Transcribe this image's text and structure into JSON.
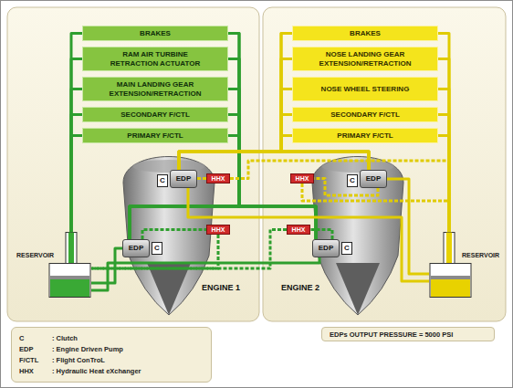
{
  "diagram": {
    "nodes": [
      {
        "text": [
          "BRAKES"
        ]
      },
      {
        "text": [
          "RAM AIR TURBINE RETRACTION ACTUATOR"
        ]
      },
      {
        "text": [
          "MAIN LANDING GEAR EXTENSION/RETRACTION"
        ]
      },
      {
        "text": [
          "SECONDARY F/CTL"
        ]
      },
      {
        "text": [
          "PRIMARY F/CTL"
        ]
      },
      {
        "text": [
          "BRAKES"
        ]
      },
      {
        "text": [
          "NOSE LANDING GEAR EXTENSION/RETRACTION"
        ]
      },
      {
        "text": [
          "NOSE WHEEL STEERING"
        ]
      },
      {
        "text": [
          "SECONDARY F/CTL"
        ]
      },
      {
        "text": [
          "PRIMARY F/CTL"
        ]
      },
      {
        "text": [
          "ENGINE 1"
        ]
      },
      {
        "text": [
          "C"
        ],
        "in": 10
      },
      {
        "text": [
          "EDP"
        ],
        "in": 10
      },
      {
        "text": [
          "EDP"
        ],
        "in": 10
      },
      {
        "text": [
          "C"
        ],
        "in": 10
      },
      {
        "text": [
          "ENGINE 2"
        ]
      },
      {
        "text": [
          "C"
        ],
        "in": 15
      },
      {
        "text": [
          "EDP"
        ],
        "in": 15
      },
      {
        "text": [
          "EDP"
        ],
        "in": 15
      },
      {
        "text": [
          "C"
        ],
        "in": 15
      },
      {
        "text": [
          "HHX"
        ]
      },
      {
        "text": [
          "HHX"
        ]
      },
      {
        "text": [
          "HHX"
        ]
      },
      {
        "text": [
          "HHX"
        ]
      },
      {
        "text": [
          "RESERVOIR"
        ]
      },
      {
        "text": [
          "RESERVOIR"
        ]
      },
      {
        "text": [
          "C",
          ": Clutch",
          "EDP",
          ": Engine Driven Pump",
          "F/CTL",
          ": Flight ConTroL",
          "HHX",
          ": Hydraulic Heat eXchanger"
        ]
      },
      {
        "text": [
          "EDPs OUTPUT PRESSURE = 5000 PSI"
        ]
      }
    ],
    "edges": [
      {
        "from": 13,
        "to": 0,
        "arrow": "none"
      },
      {
        "from": 13,
        "to": 1,
        "arrow": "none"
      },
      {
        "from": 13,
        "to": 2,
        "arrow": "none"
      },
      {
        "from": 13,
        "to": 3,
        "arrow": "none"
      },
      {
        "from": 13,
        "to": 4,
        "arrow": "none"
      },
      {
        "from": 18,
        "to": 0,
        "arrow": "none"
      },
      {
        "from": 18,
        "to": 1,
        "arrow": "none"
      },
      {
        "from": 18,
        "to": 2,
        "arrow": "none"
      },
      {
        "from": 18,
        "to": 3,
        "arrow": "none"
      },
      {
        "from": 18,
        "to": 4,
        "arrow": "none"
      },
      {
        "from": 0,
        "to": 24,
        "arrow": "none"
      },
      {
        "from": 1,
        "to": 24,
        "arrow": "none"
      },
      {
        "from": 2,
        "to": 24,
        "arrow": "none"
      },
      {
        "from": 3,
        "to": 24,
        "arrow": "none"
      },
      {
        "from": 4,
        "to": 24,
        "arrow": "none"
      },
      {
        "from": 24,
        "to": 13,
        "arrow": "none"
      },
      {
        "from": 24,
        "to": 18,
        "arrow": "none"
      },
      {
        "from": 13,
        "to": 22,
        "arrow": "none"
      },
      {
        "from": 22,
        "to": 24,
        "arrow": "none"
      },
      {
        "from": 18,
        "to": 23,
        "arrow": "none"
      },
      {
        "from": 23,
        "to": 24,
        "arrow": "none"
      },
      {
        "from": 12,
        "to": 5,
        "arrow": "none"
      },
      {
        "from": 12,
        "to": 6,
        "arrow": "none"
      },
      {
        "from": 12,
        "to": 7,
        "arrow": "none"
      },
      {
        "from": 12,
        "to": 8,
        "arrow": "none"
      },
      {
        "from": 12,
        "to": 9,
        "arrow": "none"
      },
      {
        "from": 17,
        "to": 5,
        "arrow": "none"
      },
      {
        "from": 17,
        "to": 6,
        "arrow": "none"
      },
      {
        "from": 17,
        "to": 7,
        "arrow": "none"
      },
      {
        "from": 17,
        "to": 8,
        "arrow": "none"
      },
      {
        "from": 17,
        "to": 9,
        "arrow": "none"
      },
      {
        "from": 5,
        "to": 25,
        "arrow": "none"
      },
      {
        "from": 6,
        "to": 25,
        "arrow": "none"
      },
      {
        "from": 7,
        "to": 25,
        "arrow": "none"
      },
      {
        "from": 8,
        "to": 25,
        "arrow": "none"
      },
      {
        "from": 9,
        "to": 25,
        "arrow": "none"
      },
      {
        "from": 25,
        "to": 12,
        "arrow": "none"
      },
      {
        "from": 25,
        "to": 17,
        "arrow": "none"
      },
      {
        "from": 12,
        "to": 20,
        "arrow": "none"
      },
      {
        "from": 20,
        "to": 25,
        "arrow": "none"
      },
      {
        "from": 17,
        "to": 21,
        "arrow": "none"
      },
      {
        "from": 21,
        "to": 25,
        "arrow": "none"
      }
    ]
  }
}
